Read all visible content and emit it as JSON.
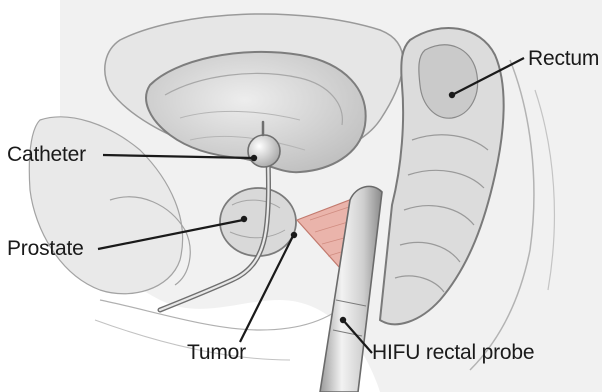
{
  "labels": {
    "catheter": "Catheter",
    "prostate": "Prostate",
    "tumor": "Tumor",
    "hifu_probe": "HIFU rectal probe",
    "rectum": "Rectum"
  },
  "colors": {
    "tissue_light": "#ececec",
    "tissue_mid": "#d2d2d2",
    "outline": "#8a8a8a",
    "ablation_zone": "#e8a59a",
    "leader_line": "#1a1a1a"
  }
}
